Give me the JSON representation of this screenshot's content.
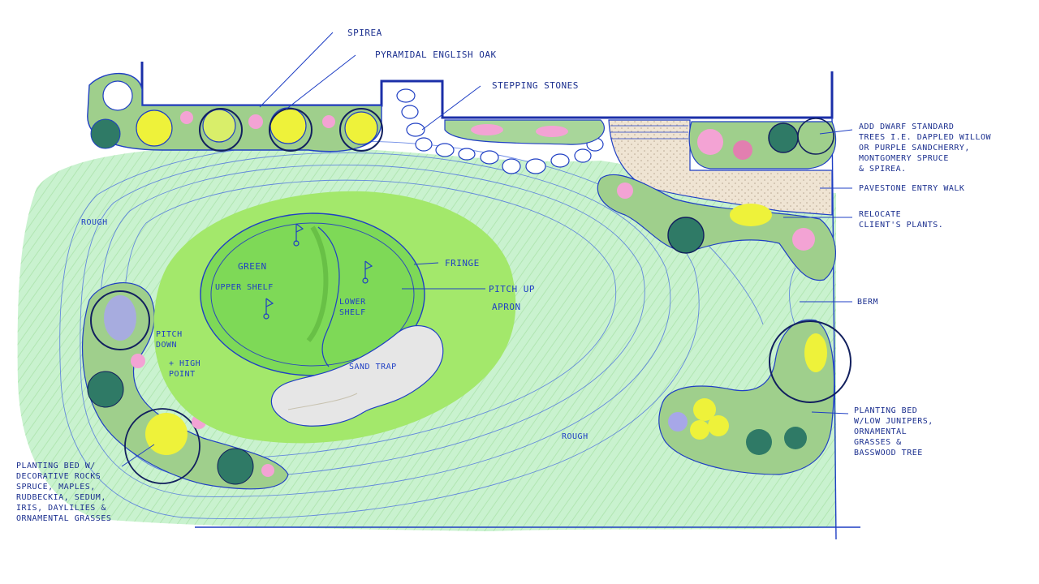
{
  "labels": {
    "spirea": "Spirea",
    "oak": "Pyramidal English Oak",
    "stepping": "Stepping Stones",
    "dwarf": [
      "Add dwarf standard",
      "trees i.e. dappled willow",
      "or purple sandcherry,",
      "Montgomery spruce",
      "& spirea."
    ],
    "pavestone": "Pavestone entry walk",
    "relocate": [
      "Relocate",
      "client's plants."
    ],
    "berm": "Berm",
    "bed_right": [
      "Planting bed",
      "w/low junipers,",
      "ornamental",
      "grasses &",
      "Basswood tree"
    ],
    "rough_top": "Rough",
    "rough_bottom": "Rough",
    "green": "Green",
    "upper_shelf": "Upper shelf",
    "lower_shelf": [
      "Lower",
      "shelf"
    ],
    "fringe": "Fringe",
    "pitch_up": "Pitch up",
    "apron": "Apron",
    "pitch_down": [
      "Pitch",
      "down"
    ],
    "high_point": [
      "+ High",
      "point"
    ],
    "sand_trap": "Sand trap",
    "bed_left": [
      "Planting bed w/",
      "decorative rocks",
      "spruce, maples,",
      "Rudbeckia, sedum,",
      "iris, daylilies &",
      "ornamental grasses"
    ]
  },
  "colors": {
    "ink": "#1f3fc4",
    "lawn": "#c9f2cf",
    "green": "#7ed957",
    "apron": "#a3e86b",
    "sand": "#e6e6e6",
    "yellow": "#eef23a",
    "pink": "#f3a3d4",
    "shrub": "#7fae6c",
    "evergreen": "#2f7a66",
    "paving": "#efe4d3"
  }
}
